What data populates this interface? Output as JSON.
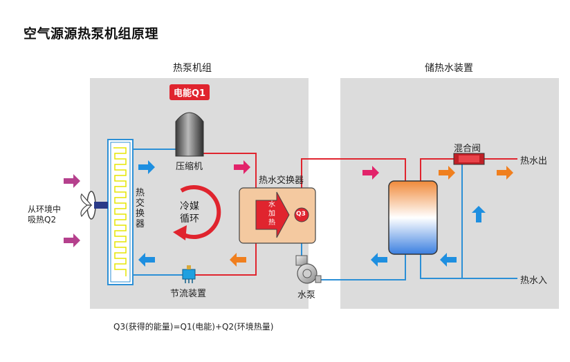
{
  "title": "空气源源热泵机组原理",
  "heat_pump": {
    "title": "热泵机组",
    "power_badge": "电能Q1",
    "compressor_label": "压缩机",
    "heat_exchanger_chars": [
      "热",
      "交",
      "换",
      "器"
    ],
    "refrigerant_line1": "冷媒",
    "refrigerant_line2": "循环",
    "throttle_label": "节流装置",
    "ambient_line1": "从环境中",
    "ambient_line2": "吸热Q2"
  },
  "water_exchanger": {
    "title": "热水交换器",
    "arrow_chars": [
      "水",
      "加",
      "热"
    ],
    "q3_badge": "Q3"
  },
  "pump_label": "水泵",
  "storage": {
    "title": "储热水装置",
    "mixing_valve_label": "混合阀",
    "hot_out_label": "热水出",
    "hot_in_label": "热水入"
  },
  "formula": "Q3(获得的能量)=Q1(电能)+Q2(环境热量)",
  "colors": {
    "pipe_red": "#e0242e",
    "pipe_blue": "#2b8fd6",
    "arrow_blue": "#1e8fe0",
    "arrow_orange": "#f07f1e",
    "arrow_pink": "#e2236a",
    "arrow_magenta": "#b5408d"
  },
  "icons": [
    "compressor-icon",
    "fan-icon",
    "water-pump-icon",
    "mixing-valve-icon",
    "throttle-valve-icon"
  ]
}
